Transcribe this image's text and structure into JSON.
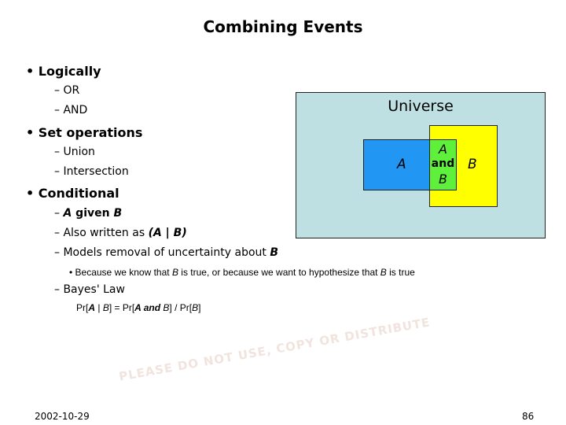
{
  "title": "Combining Events",
  "bullets": {
    "logically": "• Logically",
    "or": "– OR",
    "and": "– AND",
    "set_ops": "• Set operations",
    "union": "– Union",
    "intersection": "– Intersection",
    "conditional": "• Conditional",
    "given": {
      "dash": "– ",
      "a": "A",
      "mid": " given ",
      "b": "B"
    },
    "also": {
      "pre": "– Also written as ",
      "expr": "(A | B)"
    },
    "models": {
      "pre": "– Models removal of uncertainty about ",
      "b": "B"
    },
    "because": {
      "pre": "• Because we know that ",
      "b1": "B",
      "mid": " is true, or because we want to hypothesize that ",
      "b2": "B",
      "post": " is true"
    },
    "bayes": "– Bayes' Law",
    "formula": {
      "p1": "Pr[",
      "a1": "A",
      "p2": " | ",
      "b1": "B",
      "p3": "] = Pr[",
      "a2": "A and ",
      "b2": "B",
      "p4": "] / Pr[",
      "b3": "B",
      "p5": "]"
    }
  },
  "diagram": {
    "universe": "Universe",
    "a": "A",
    "and_a": "A",
    "and": "and",
    "and_b": "B",
    "b": "B",
    "colors": {
      "universe": "#bfe0e3",
      "a": "#2196f3",
      "b": "#ffff00",
      "overlap": "#5ef03a"
    }
  },
  "watermark": "PLEASE DO NOT USE, COPY OR DISTRIBUTE",
  "footer": {
    "date": "2002-10-29",
    "page": "86"
  }
}
